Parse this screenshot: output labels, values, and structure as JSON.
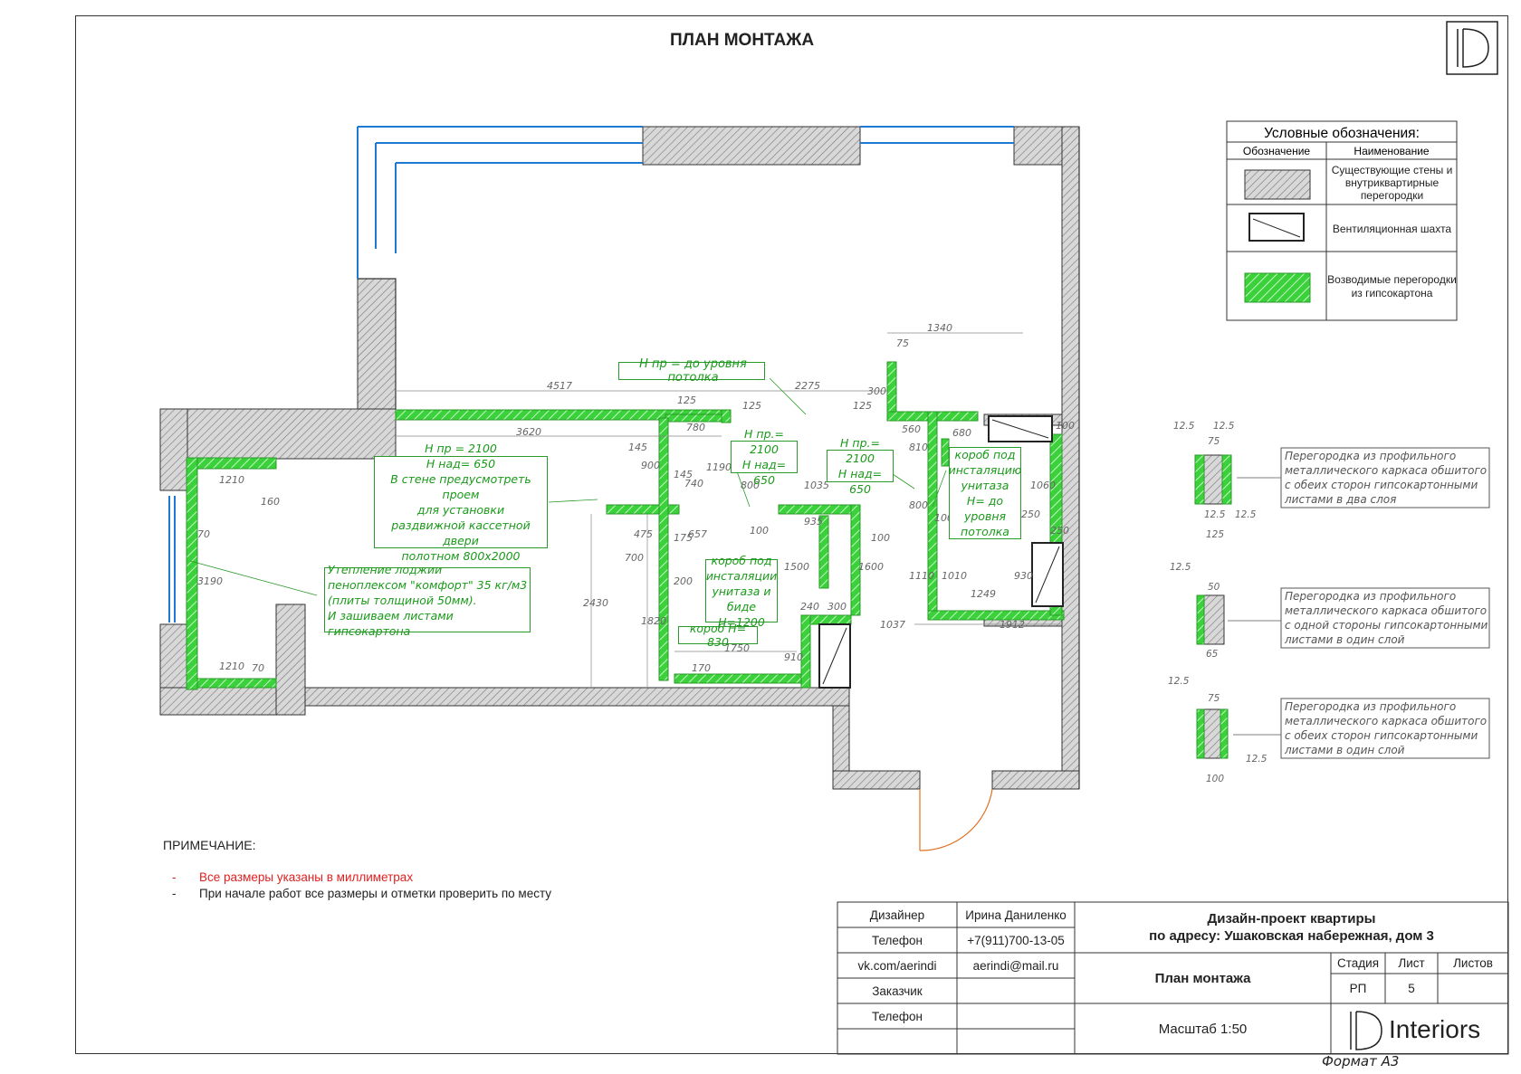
{
  "title": "ПЛАН МОНТАЖА",
  "legend": {
    "header": "Условные обозначения:",
    "col_symbol": "Обозначение",
    "col_name": "Наименование",
    "rows": [
      {
        "name": "Существующие стены и внутриквартирные перегородки"
      },
      {
        "name": "Вентиляционная шахта"
      },
      {
        "name": "Возводимые перегородки из гипсокартона"
      }
    ]
  },
  "callouts": [
    {
      "text": "H пр = до уровня потолка"
    },
    {
      "text": "H пр = 2100\nH над= 650\nВ стене предусмотреть проем\nдля установки\nраздвижной кассетной двери\nполотном 800х2000"
    },
    {
      "text": "H пр.= 2100\nH над= 650"
    },
    {
      "text": "H пр.= 2100\nH над= 650"
    },
    {
      "text": "короб под\nинсталяцию\nунитаза\nH= до\nуровня\nпотолка"
    },
    {
      "text": "короб под\nинсталяции\nунитаза и\nбиде H=1200"
    },
    {
      "text": "короб H= 830"
    },
    {
      "text": "Утепление лоджии\nпеноплексом \"комфорт\" 35 кг/м3\n(плиты толщиной 50мм).\nИ зашиваем листами гипсокартона"
    }
  ],
  "dimensions": [
    "1340",
    "75",
    "4517",
    "2275",
    "125",
    "125",
    "125",
    "300",
    "3620",
    "780",
    "560",
    "680",
    "145",
    "900",
    "1190",
    "145",
    "810",
    "1060",
    "740",
    "800",
    "1035",
    "800",
    "935",
    "100",
    "100",
    "100",
    "475",
    "175",
    "657",
    "700",
    "1500",
    "1600",
    "1110",
    "1010",
    "930",
    "200",
    "2430",
    "1820",
    "240",
    "300",
    "1249",
    "1912",
    "1037",
    "1750",
    "910",
    "170",
    "1210",
    "160",
    "70",
    "3190",
    "1210",
    "70",
    "250",
    "250",
    "100"
  ],
  "sections": [
    {
      "dims": [
        "12.5",
        "12.5",
        "75",
        "12.5",
        "12.5",
        "125"
      ],
      "text": "Перегородка из профильного\nметаллического каркаса обшитого\nс обеих сторон гипсокартонными\nлистами в два слоя"
    },
    {
      "dims": [
        "12.5",
        "50",
        "65"
      ],
      "text": "Перегородка из профильного\nметаллического каркаса обшитого\nс одной стороны гипсокартонными\nлистами в один слой"
    },
    {
      "dims": [
        "12.5",
        "75",
        "12.5",
        "100"
      ],
      "text": "Перегородка из профильного\nметаллического каркаса обшитого\nс обеих сторон гипсокартонными\nлистами в один слой"
    }
  ],
  "notes": {
    "header": "ПРИМЕЧАНИЕ:",
    "items": [
      {
        "dash": "-",
        "text": "Все размеры указаны в миллиметрах",
        "color": "#e02020"
      },
      {
        "dash": "-",
        "text": "При начале работ все размеры и отметки проверить по месту",
        "color": "#222222"
      }
    ]
  },
  "titleblock": {
    "designer_label": "Дизайнер",
    "designer": "Ирина Даниленко",
    "phone_label": "Телефон",
    "phone": "+7(911)700-13-05",
    "vk": "vk.com/aerindi",
    "email": "aerindi@mail.ru",
    "client_label": "Заказчик",
    "phone2_label": "Телефон",
    "project": "Дизайн-проект квартиры\nпо адресу: Ушаковская набережная, дом 3",
    "sheet_title": "План монтажа",
    "stage_label": "Стадия",
    "sheet_label": "Лист",
    "sheets_label": "Листов",
    "stage": "РП",
    "sheet": "5",
    "sheets": "",
    "scale": "Масштаб 1:50",
    "brand_letter": "D",
    "brand": "Interiors"
  },
  "format": "Формат А3",
  "colors": {
    "green": "#3ad13a",
    "green_text": "#1a9a1a",
    "blue": "#1f78d1",
    "wall": "#bbbbbb"
  }
}
